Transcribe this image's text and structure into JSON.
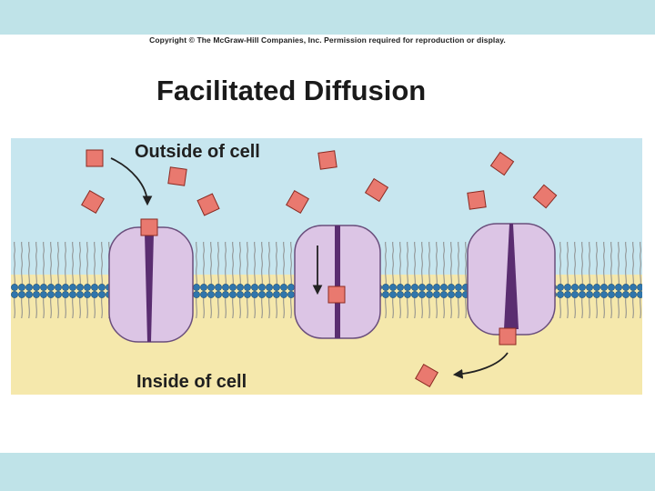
{
  "copyright": "Copyright © The McGraw-Hill Companies, Inc. Permission required for reproduction or display.",
  "title": "Facilitated Diffusion",
  "labels": {
    "outside": "Outside of cell",
    "inside": "Inside of cell"
  },
  "colors": {
    "slide_band": "#bfe3e8",
    "extracellular": "#c7e6ef",
    "cytoplasm": "#f5e8ac",
    "phospholipid_head": "#2f76ad",
    "phospholipid_tail": "#ffffff",
    "carrier_protein": "#dcc5e5",
    "carrier_outline": "#6a4e7c",
    "channel": "#5a2d70",
    "solute": "#e9796f",
    "solute_outline": "#8a2a22"
  }
}
